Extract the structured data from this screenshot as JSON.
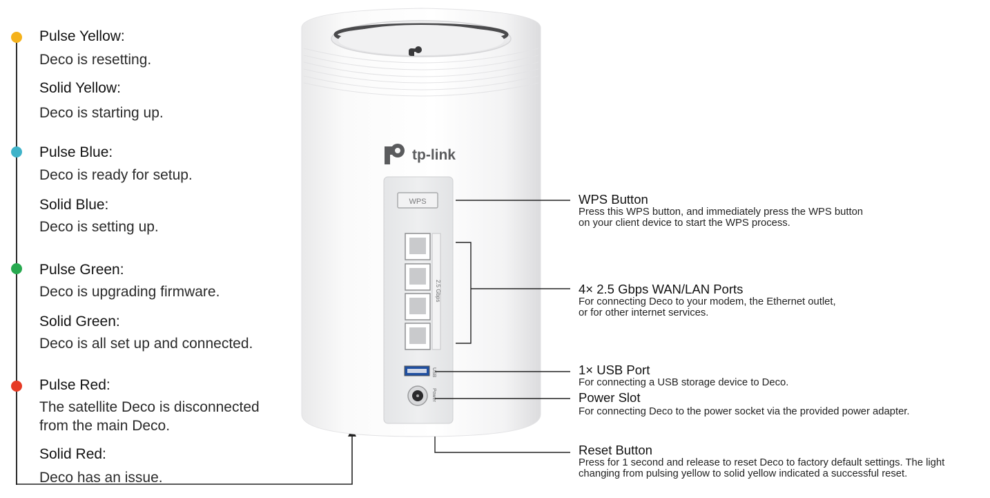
{
  "led_states": [
    {
      "state": "Pulse Yellow:",
      "description": "Deco is resetting.",
      "color": "#f5b21b"
    },
    {
      "state": "Solid Yellow:",
      "description": "Deco is starting up."
    },
    {
      "state": "Pulse Blue:",
      "description": "Deco is ready for setup.",
      "color": "#3fb3c9"
    },
    {
      "state": "Solid Blue:",
      "description": "Deco is setting up."
    },
    {
      "state": "Pulse Green:",
      "description": "Deco is upgrading firmware.",
      "color": "#27a94f"
    },
    {
      "state": "Solid Green:",
      "description": "Deco is all set up and connected."
    },
    {
      "state": "Pulse Red:",
      "description_line1": "The satellite Deco is disconnected",
      "description_line2": "from the main Deco.",
      "color": "#e63a24"
    },
    {
      "state": "Solid Red:",
      "description": "Deco has an issue."
    }
  ],
  "device": {
    "brand": "tp-link",
    "wps_label": "WPS",
    "port_speed_label": "2.5 Gbps",
    "usb_label": "USB",
    "power_label": "Power"
  },
  "callouts": {
    "wps": {
      "title": "WPS Button",
      "desc_line1": "Press this WPS button, and immediately press the WPS button",
      "desc_line2": "on your client device to start the WPS process."
    },
    "ports": {
      "title": "4× 2.5 Gbps WAN/LAN Ports",
      "desc_line1": "For connecting Deco to your modem, the Ethernet outlet,",
      "desc_line2": "or for other internet services."
    },
    "usb": {
      "title": "1× USB Port",
      "desc_line1": "For connecting a USB storage device to Deco."
    },
    "power": {
      "title": "Power Slot",
      "desc_line1": "For connecting Deco to the power socket via the provided power adapter."
    },
    "reset": {
      "title": "Reset Button",
      "desc_line1": "Press for 1 second and release to reset Deco to factory default settings. The light",
      "desc_line2": "changing from pulsing yellow to solid yellow indicated a successful reset."
    }
  }
}
